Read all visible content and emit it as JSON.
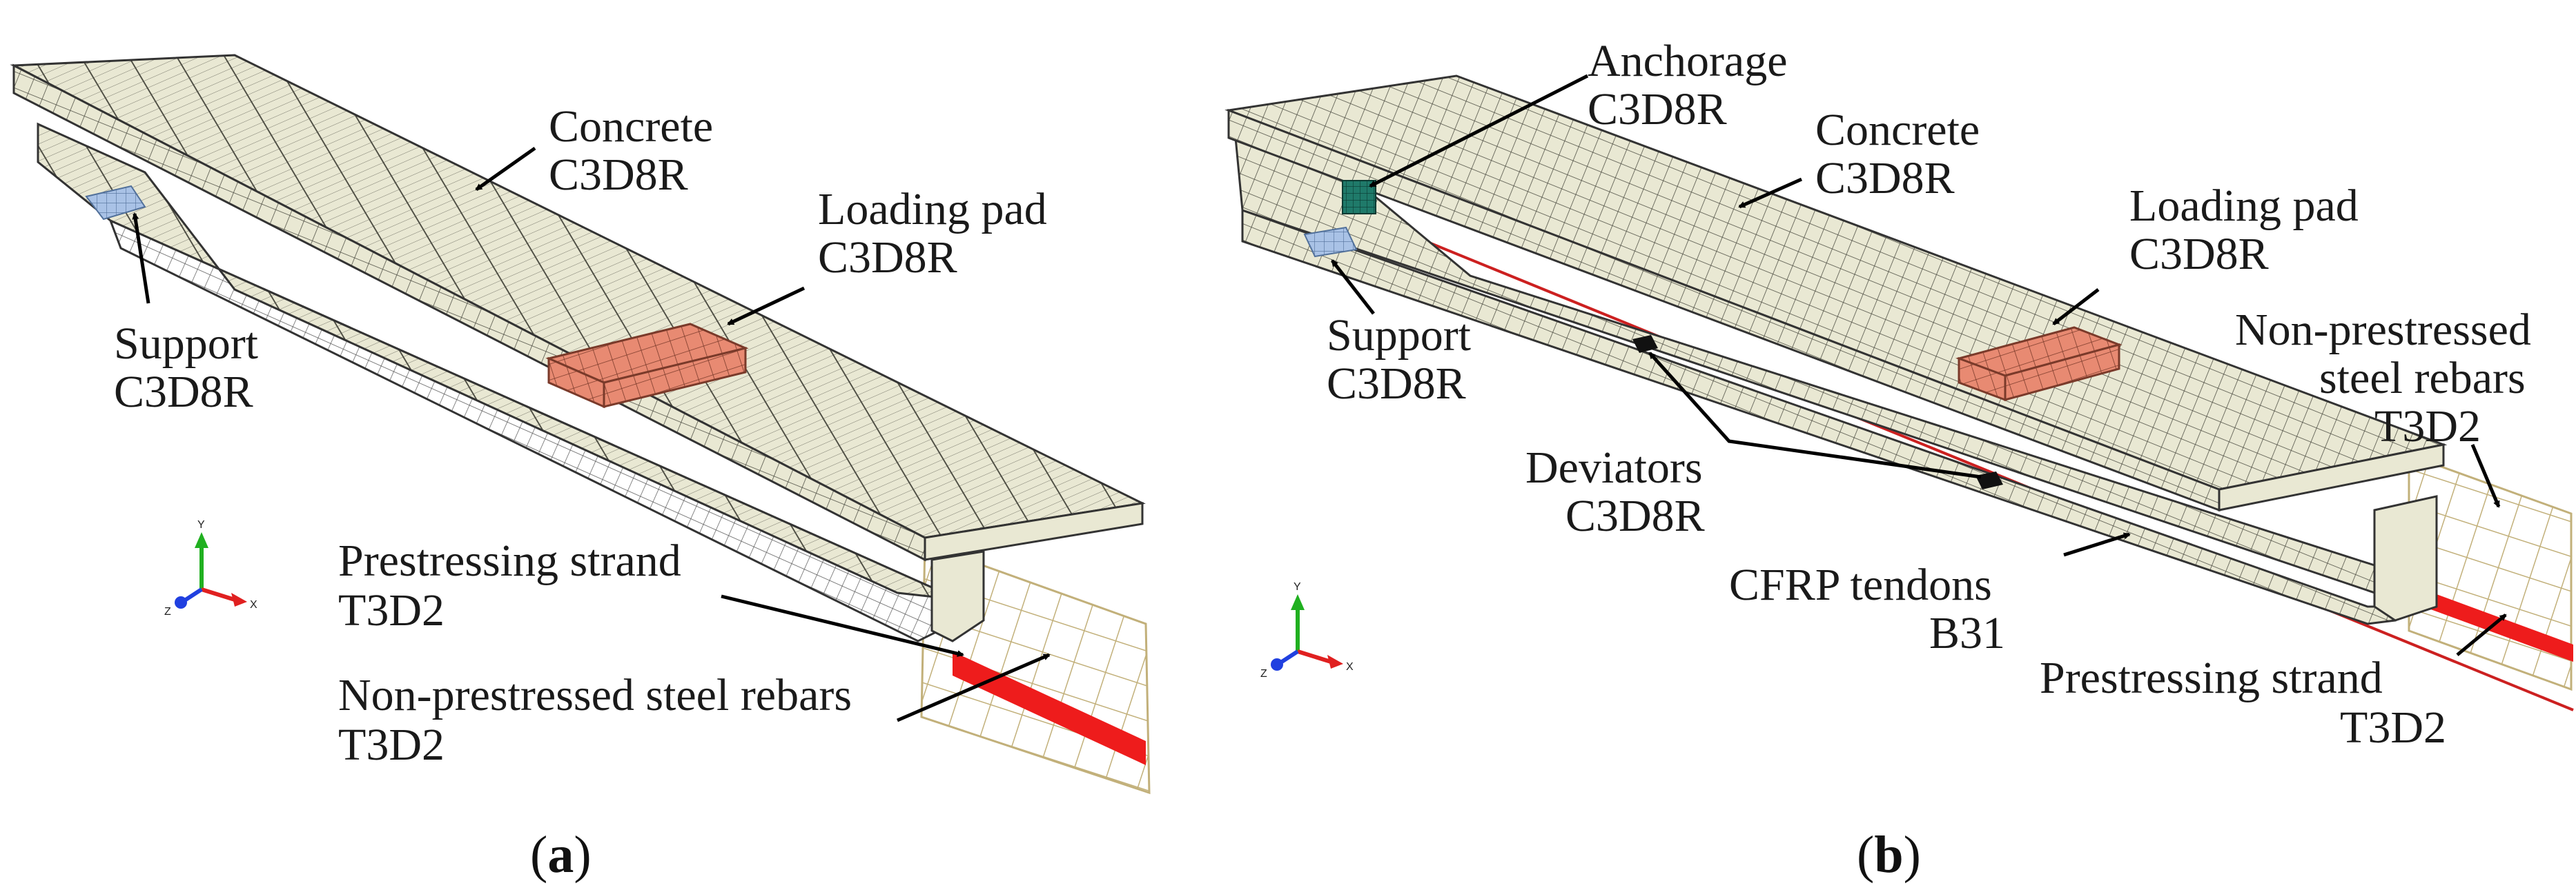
{
  "panels": [
    {
      "caption_open": "(",
      "caption_letter": "a",
      "caption_close": ")",
      "labels": {
        "concrete": [
          "Concrete",
          "C3D8R"
        ],
        "loading_pad": [
          "Loading pad",
          "C3D8R"
        ],
        "support": [
          "Support",
          "C3D8R"
        ],
        "strand": [
          "Prestressing strand",
          "T3D2"
        ],
        "rebars": [
          "Non-prestressed steel rebars",
          "T3D2"
        ]
      }
    },
    {
      "caption_open": "(",
      "caption_letter": "b",
      "caption_close": ")",
      "labels": {
        "anchorage": [
          "Anchorage",
          "C3D8R"
        ],
        "concrete": [
          "Concrete",
          "C3D8R"
        ],
        "loading_pad": [
          "Loading pad",
          "C3D8R"
        ],
        "support": [
          "Support",
          "C3D8R"
        ],
        "rebars": [
          "Non-prestressed",
          "steel  rebars",
          "T3D2"
        ],
        "deviators": [
          "Deviators",
          "C3D8R"
        ],
        "cfrp": [
          "CFRP tendons",
          "B31"
        ],
        "strand": [
          "Prestressing strand",
          "T3D2"
        ]
      }
    }
  ],
  "triad": {
    "x": "X",
    "y": "Y",
    "z": "Z"
  },
  "colors": {
    "concrete": "#e9e8d3",
    "mesh_line": "#4a4a40",
    "loading_pad": "#e88a72",
    "support": "#a9c2e6",
    "strand": "#ee1c1c",
    "rebar_cage": "#c2b07a",
    "anchorage": "#1f7a6a",
    "deviator": "#111111",
    "cfrp": "#cc2020",
    "axis_x": "#e02020",
    "axis_y": "#20b020",
    "axis_z": "#2040e0"
  }
}
